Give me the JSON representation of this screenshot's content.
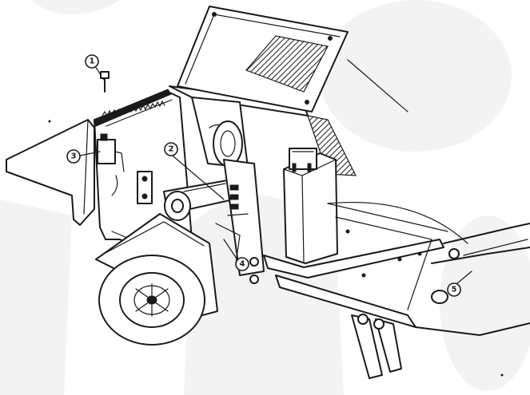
{
  "callouts": [
    {
      "label": "1"
    },
    {
      "label": "2"
    },
    {
      "label": "3"
    },
    {
      "label": "4"
    },
    {
      "label": "5"
    }
  ],
  "colors": {
    "ink": "#1a1a1a",
    "paper": "#ffffff",
    "watermark": "#f3f3f3"
  }
}
